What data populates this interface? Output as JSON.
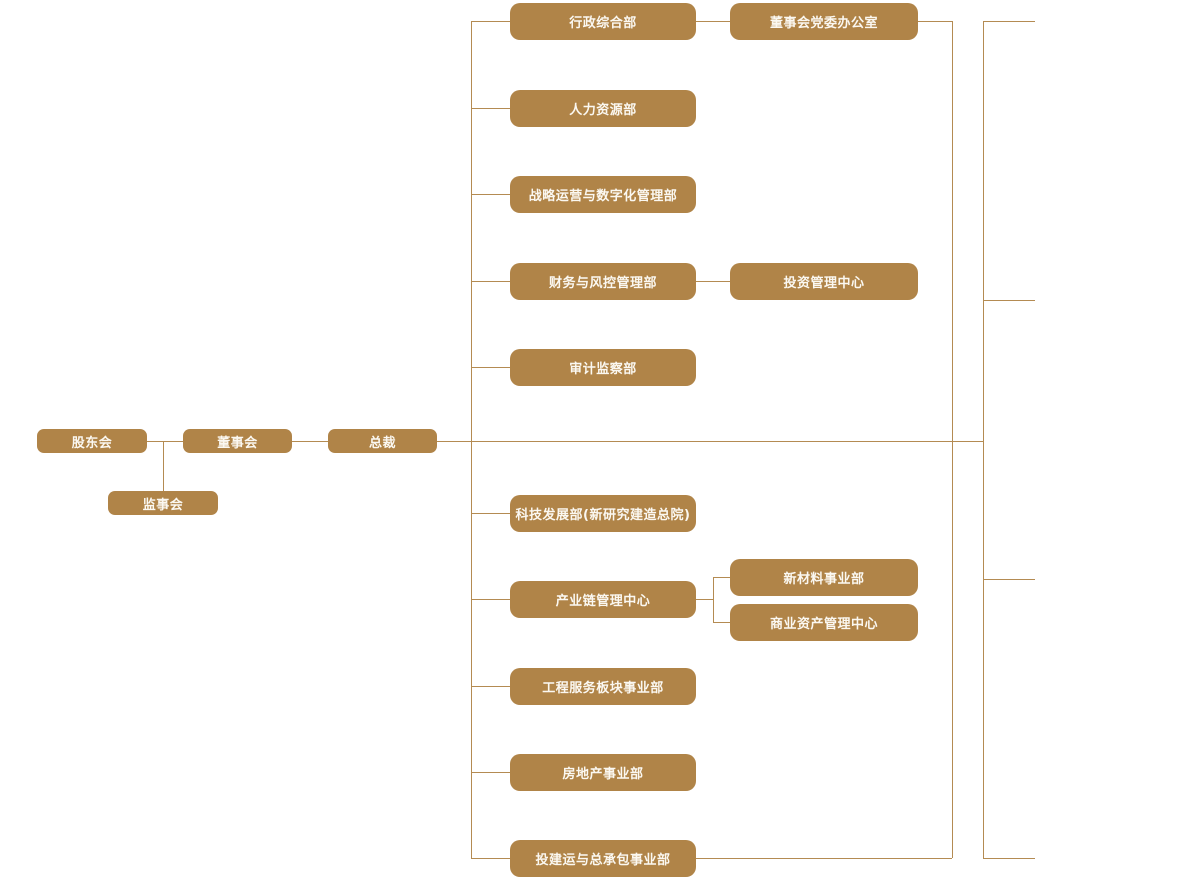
{
  "diagram": {
    "type": "org-chart",
    "colors": {
      "node_fill": "#b08448",
      "node_text": "#fbf8f1",
      "connector_line": "#b48b52",
      "background": "#ffffff"
    },
    "nodes": {
      "shareholders": {
        "label": "股东会"
      },
      "board": {
        "label": "董事会"
      },
      "president": {
        "label": "总裁"
      },
      "supervisory": {
        "label": "监事会"
      },
      "admin": {
        "label": "行政综合部"
      },
      "party_office": {
        "label": "董事会党委办公室"
      },
      "hr": {
        "label": "人力资源部"
      },
      "strategy": {
        "label": "战略运营与数字化管理部"
      },
      "finance": {
        "label": "财务与风控管理部"
      },
      "investment": {
        "label": "投资管理中心"
      },
      "audit": {
        "label": "审计监察部"
      },
      "tech": {
        "label": "科技发展部(新研究建造总院)"
      },
      "industry_chain": {
        "label": "产业链管理中心"
      },
      "new_materials": {
        "label": "新材料事业部"
      },
      "commercial_assets": {
        "label": "商业资产管理中心"
      },
      "engineering": {
        "label": "工程服务板块事业部"
      },
      "real_estate": {
        "label": "房地产事业部"
      },
      "epc": {
        "label": "投建运与总承包事业部"
      }
    },
    "edges": [
      {
        "from": "shareholders",
        "to": "board"
      },
      {
        "from": "board",
        "to": "president"
      },
      {
        "from": "shareholders",
        "to": "supervisory"
      },
      {
        "from": "president",
        "to": "admin"
      },
      {
        "from": "president",
        "to": "hr"
      },
      {
        "from": "president",
        "to": "strategy"
      },
      {
        "from": "president",
        "to": "finance"
      },
      {
        "from": "president",
        "to": "audit"
      },
      {
        "from": "president",
        "to": "tech"
      },
      {
        "from": "president",
        "to": "industry_chain"
      },
      {
        "from": "president",
        "to": "engineering"
      },
      {
        "from": "president",
        "to": "real_estate"
      },
      {
        "from": "president",
        "to": "epc"
      },
      {
        "from": "admin",
        "to": "party_office"
      },
      {
        "from": "finance",
        "to": "investment"
      },
      {
        "from": "industry_chain",
        "to": "new_materials"
      },
      {
        "from": "industry_chain",
        "to": "commercial_assets"
      }
    ]
  }
}
